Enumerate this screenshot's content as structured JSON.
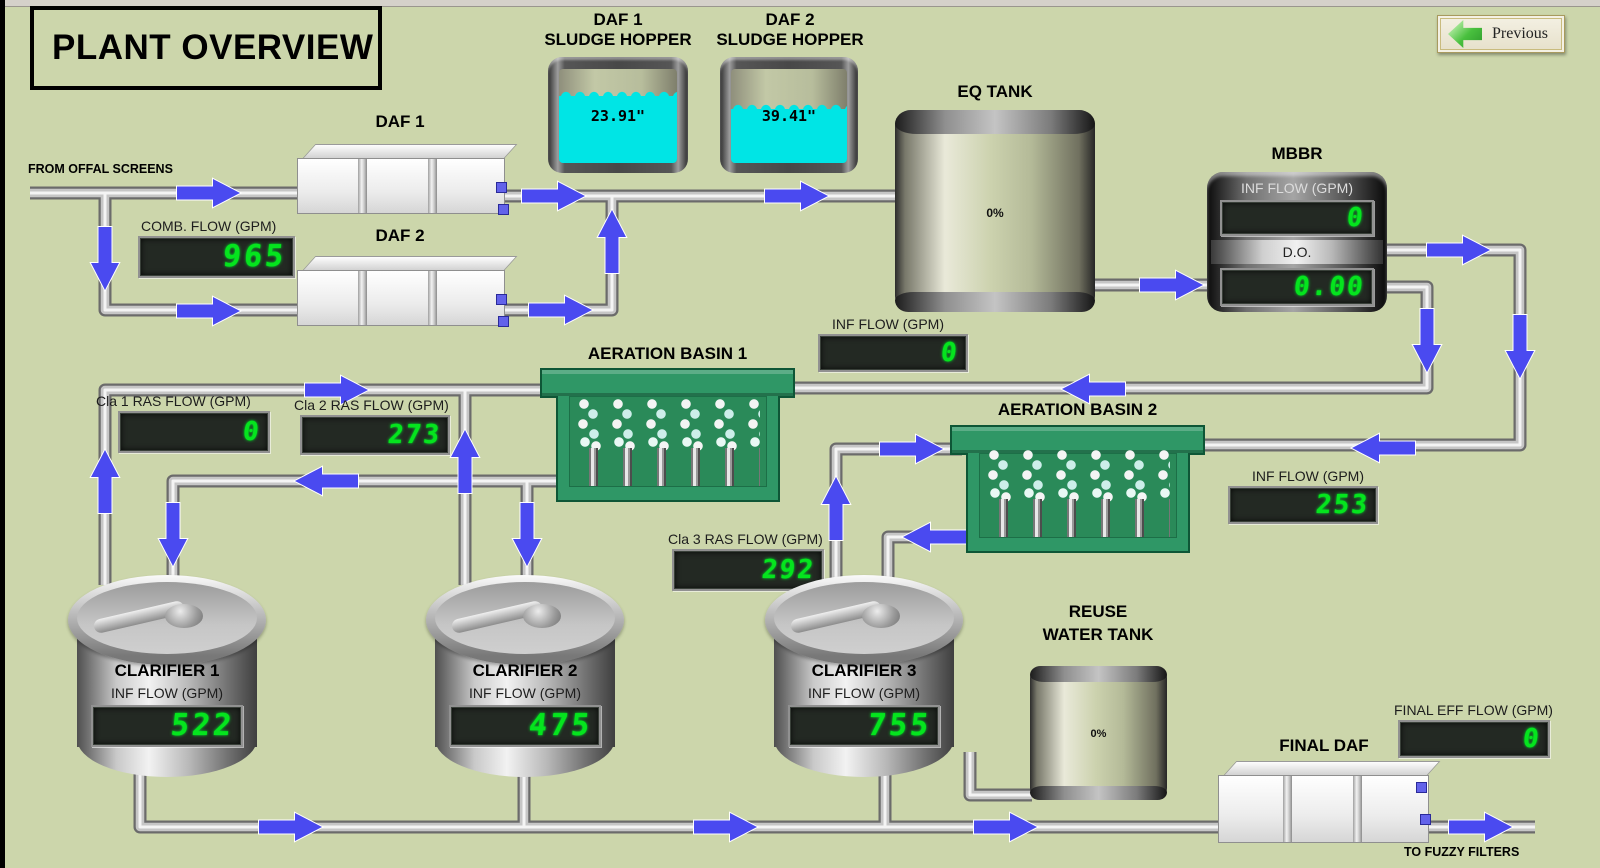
{
  "title": "PLANT OVERVIEW",
  "nav": {
    "previous": "Previous"
  },
  "annotations": {
    "source": "FROM OFFAL SCREENS",
    "destination": "TO FUZZY FILTERS"
  },
  "hoppers": {
    "daf1": {
      "name_line1": "DAF 1",
      "name_line2": "SLUDGE HOPPER",
      "level": "23.91\"",
      "fill_percent": 71
    },
    "daf2": {
      "name_line1": "DAF 2",
      "name_line2": "SLUDGE HOPPER",
      "level": "39.41\"",
      "fill_percent": 57
    }
  },
  "daf_units": {
    "daf1": {
      "label": "DAF 1"
    },
    "daf2": {
      "label": "DAF 2"
    },
    "final": {
      "label": "FINAL DAF"
    }
  },
  "tanks": {
    "eq": {
      "label": "EQ TANK",
      "level": "0%"
    },
    "reuse": {
      "label_line1": "REUSE",
      "label_line2": "WATER TANK",
      "level": "0%"
    },
    "mbbr": {
      "label": "MBBR",
      "inf_flow_label": "INF FLOW (GPM)",
      "inf_flow_value": "0",
      "do_label": "D.O.",
      "do_value": "0.00"
    }
  },
  "basins": {
    "basin1": {
      "label": "AERATION BASIN 1",
      "inf_flow_label": "INF FLOW (GPM)",
      "inf_flow_value": "0"
    },
    "basin2": {
      "label": "AERATION BASIN 2",
      "inf_flow_label": "INF FLOW (GPM)",
      "inf_flow_value": "253"
    }
  },
  "clarifiers": {
    "c1": {
      "label": "CLARIFIER 1",
      "flow_label": "INF FLOW (GPM)",
      "flow_value": "522"
    },
    "c2": {
      "label": "CLARIFIER 2",
      "flow_label": "INF FLOW (GPM)",
      "flow_value": "475"
    },
    "c3": {
      "label": "CLARIFIER 3",
      "flow_label": "INF FLOW (GPM)",
      "flow_value": "755"
    }
  },
  "displays": {
    "comb_flow": {
      "label": "COMB. FLOW (GPM)",
      "value": "965"
    },
    "cla1_ras": {
      "label": "Cla 1 RAS FLOW (GPM)",
      "value": "0"
    },
    "cla2_ras": {
      "label": "Cla 2 RAS FLOW (GPM)",
      "value": "273"
    },
    "cla3_ras": {
      "label": "Cla 3 RAS FLOW (GPM)",
      "value": "292"
    },
    "final_eff": {
      "label": "FINAL EFF FLOW (GPM)",
      "value": "0"
    }
  },
  "colors": {
    "background": "#ccd6ab",
    "arrow_blue": "#4a4af0",
    "digit_green": "#05e41e",
    "liquid_cyan": "#00e5e5",
    "basin_green": "#2f9766"
  }
}
